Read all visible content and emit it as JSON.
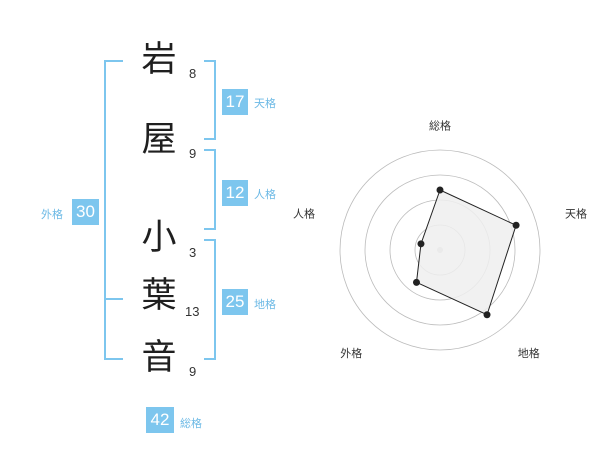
{
  "name": {
    "characters": [
      {
        "char": "岩",
        "strokes": "8"
      },
      {
        "char": "屋",
        "strokes": "9"
      },
      {
        "char": "小",
        "strokes": "3"
      },
      {
        "char": "葉",
        "strokes": "13"
      },
      {
        "char": "音",
        "strokes": "9"
      }
    ]
  },
  "fortunes": {
    "tenkaku": {
      "value": "17",
      "label": "天格"
    },
    "jinkaku": {
      "value": "12",
      "label": "人格"
    },
    "chikaku": {
      "value": "25",
      "label": "地格"
    },
    "gaikaku": {
      "value": "30",
      "label": "外格"
    },
    "soukaku": {
      "value": "42",
      "label": "総格"
    }
  },
  "radar": {
    "axes": [
      "総格",
      "天格",
      "地格",
      "外格",
      "人格"
    ],
    "levels": 4,
    "values": [
      3,
      4,
      4,
      2,
      1
    ],
    "max": 5,
    "fill_color": "#efefef",
    "line_color": "#222222",
    "grid_color": "#bbbbbb"
  }
}
